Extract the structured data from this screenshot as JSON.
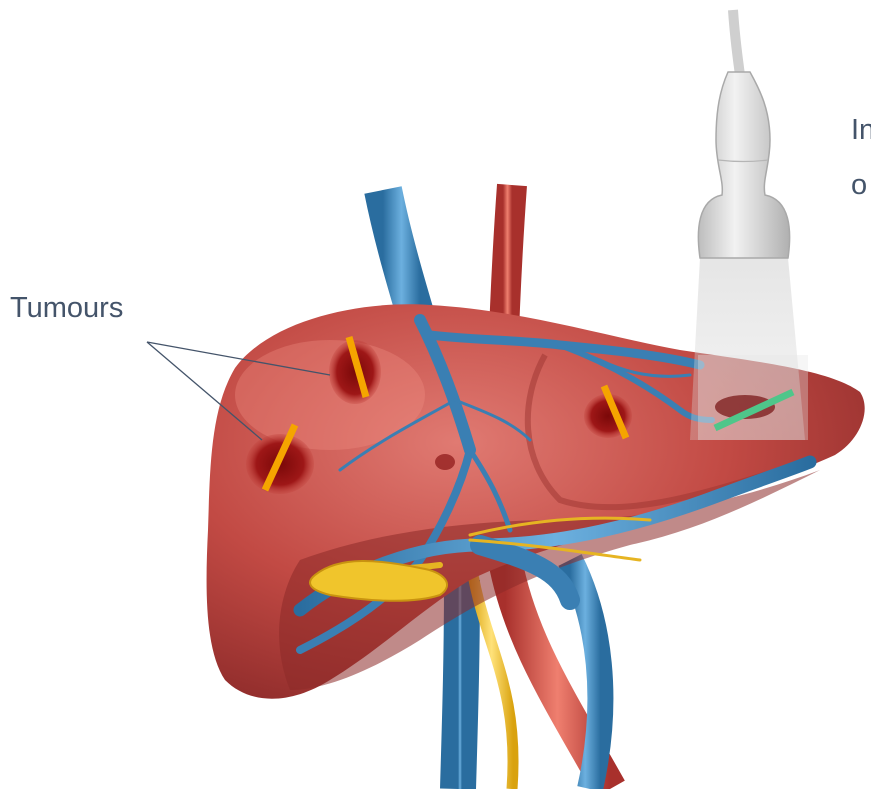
{
  "labels": {
    "tumours": "Tumours",
    "probe_partial": "In\no"
  },
  "colors": {
    "liver": "#b8433f",
    "liver_light": "#d9706a",
    "tumour": "#8a1010",
    "vein": "#3b7fb4",
    "artery": "#c8423e",
    "bile_duct": "#e8b81f",
    "tumour_marker": "#f5a500",
    "imaged_tumour_marker": "#4fc68a",
    "label_text": "#44546a",
    "probe": "#d6d6d6"
  },
  "icons": {
    "probe": "ultrasound-probe-icon",
    "liver": "liver-illustration"
  }
}
